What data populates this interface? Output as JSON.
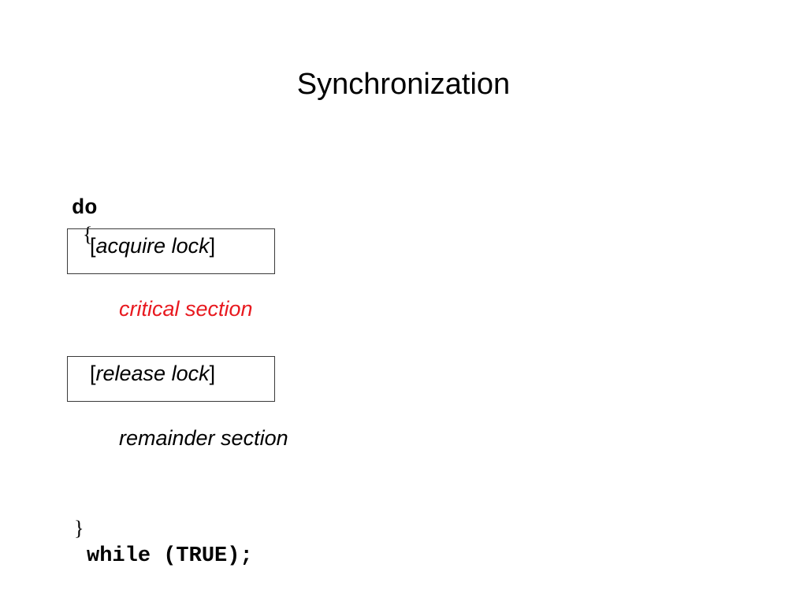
{
  "slide": {
    "title": "Synchronization",
    "do_keyword": "do",
    "open_brace": "{",
    "acquire": {
      "open_bracket": "[",
      "label": "acquire lock",
      "close_bracket": "]"
    },
    "critical_section": "critical section",
    "release": {
      "open_bracket": "[",
      "label": "release lock",
      "close_bracket": "]"
    },
    "remainder_section": "remainder section",
    "close_brace": "}",
    "while_clause": "while (TRUE);"
  },
  "colors": {
    "critical_section": "#e8191f",
    "text": "#000000",
    "box_border": "#3a3a3a"
  }
}
